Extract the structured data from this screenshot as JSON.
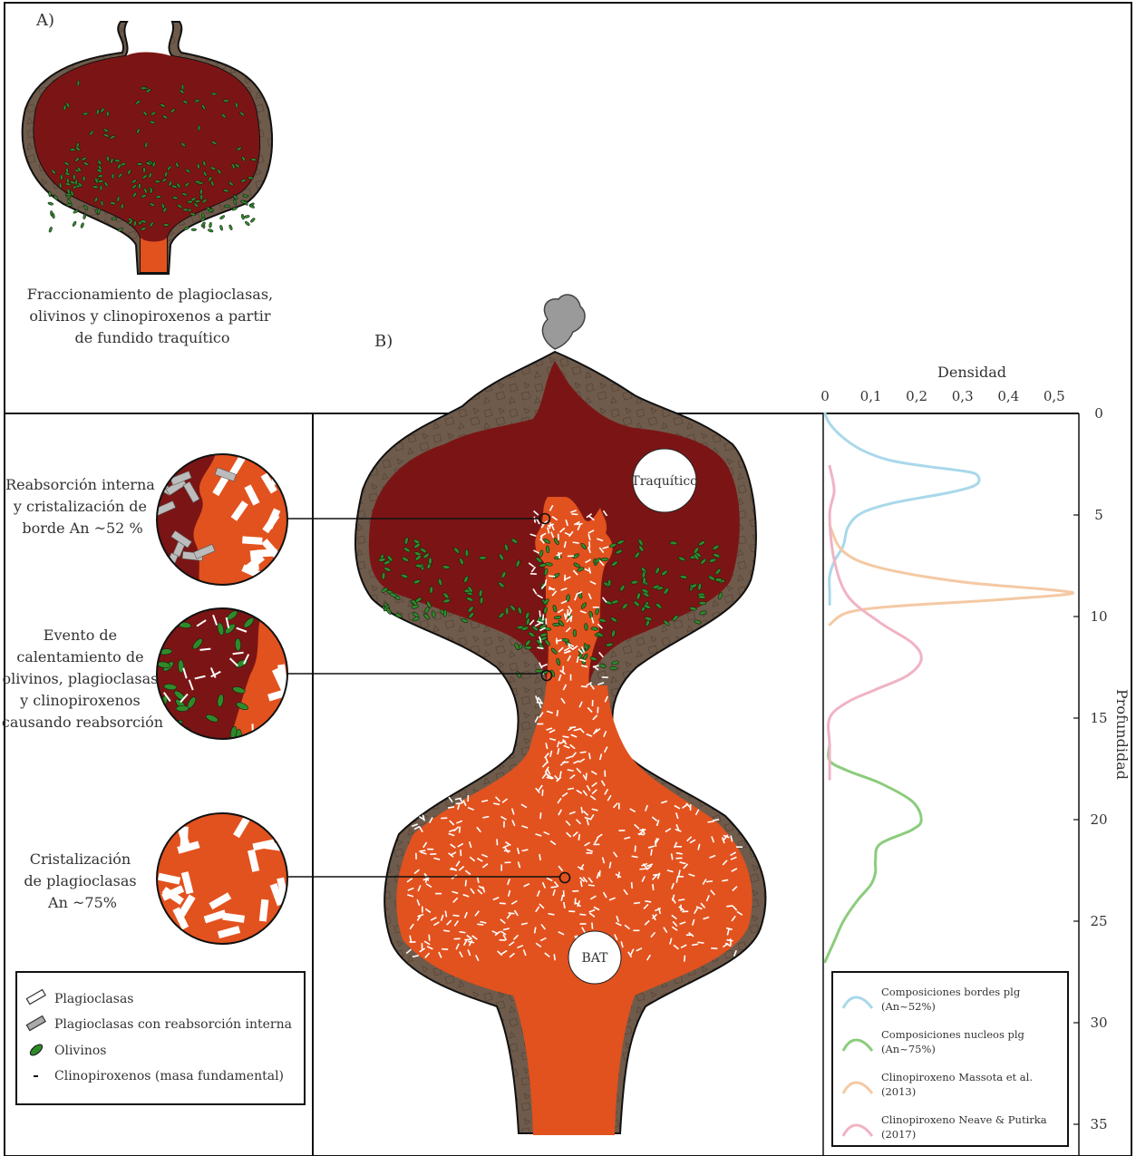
{
  "panel_a": {
    "label": "A)",
    "caption": [
      "Fraccionamiento de plagioclasas,",
      "olivinos y clinopiroxenos a partir",
      "de fundido traquítico"
    ]
  },
  "panel_b": {
    "label": "B)",
    "chamber_upper_label": "Traquítico",
    "chamber_lower_label": "BAT"
  },
  "insets": [
    {
      "lines": [
        "Reabsorción interna",
        "y cristalización de",
        "borde An ~52 %"
      ]
    },
    {
      "lines": [
        "Evento de",
        "calentamiento de",
        "olivinos, plagioclasas",
        "y clinopiroxenos",
        "causando reabsorción"
      ]
    },
    {
      "lines": [
        "Cristalización",
        "de plagioclasas",
        "An ~75%"
      ]
    }
  ],
  "legend_left": {
    "items": [
      {
        "icon": "plagioclase-icon",
        "label": "Plagioclasas"
      },
      {
        "icon": "resorbed-plagioclase-icon",
        "label": "Plagioclasas con reabsorción interna"
      },
      {
        "icon": "olivine-icon",
        "label": "Olivinos"
      },
      {
        "icon": "clinopyroxene-icon",
        "label": "Clinopiroxenos (masa fundamental)"
      }
    ]
  },
  "colors": {
    "crust": "#6e5a4a",
    "trachytic_melt": "#7b1515",
    "bat_melt": "#e2521e",
    "olivine": "#2f8a2a",
    "plume": "#9a9a9a"
  },
  "chart_data": {
    "type": "line",
    "xlabel": "Densidad",
    "ylabel": "Profundidad",
    "xlim": [
      0,
      0.55
    ],
    "ylim": [
      0,
      36
    ],
    "y_inverted": true,
    "x_ticks": [
      "0",
      "0,1",
      "0,2",
      "0,3",
      "0,4",
      "0,5"
    ],
    "y_ticks": [
      0,
      5,
      10,
      15,
      20,
      25,
      30,
      35
    ],
    "series": [
      {
        "name": "Composiciones bordes plg (An~52%)",
        "color": "#a9d8ea",
        "points": [
          [
            0,
            0
          ],
          [
            0.01,
            0.5
          ],
          [
            0.04,
            1.2
          ],
          [
            0.08,
            1.8
          ],
          [
            0.14,
            2.3
          ],
          [
            0.22,
            2.6
          ],
          [
            0.29,
            2.8
          ],
          [
            0.33,
            3
          ],
          [
            0.33,
            3.5
          ],
          [
            0.27,
            3.9
          ],
          [
            0.15,
            4.4
          ],
          [
            0.08,
            4.9
          ],
          [
            0.05,
            5.6
          ],
          [
            0.04,
            6.5
          ],
          [
            0.02,
            7.3
          ],
          [
            0.01,
            8
          ],
          [
            0.01,
            8.8
          ],
          [
            0.01,
            9.4
          ]
        ]
      },
      {
        "name": "Composiciones nucleos plg (An~75%)",
        "color": "#8ccc7c",
        "points": [
          [
            0.01,
            16.3
          ],
          [
            0.01,
            17.1
          ],
          [
            0.05,
            17.6
          ],
          [
            0.12,
            18.2
          ],
          [
            0.19,
            19.1
          ],
          [
            0.21,
            20
          ],
          [
            0.19,
            20.5
          ],
          [
            0.12,
            21.2
          ],
          [
            0.11,
            22
          ],
          [
            0.11,
            22.6
          ],
          [
            0.1,
            23.2
          ],
          [
            0.07,
            24
          ],
          [
            0.04,
            25
          ],
          [
            0.02,
            26
          ],
          [
            0,
            27
          ]
        ]
      },
      {
        "name": "Clinopiroxeno Massota et al. (2013)",
        "color": "#f4c9a4",
        "points": [
          [
            0.01,
            5.5
          ],
          [
            0.04,
            6.8
          ],
          [
            0.12,
            7.6
          ],
          [
            0.3,
            8.3
          ],
          [
            0.5,
            8.7
          ],
          [
            0.53,
            8.9
          ],
          [
            0.36,
            9.2
          ],
          [
            0.15,
            9.5
          ],
          [
            0.05,
            9.8
          ],
          [
            0.01,
            10.4
          ]
        ]
      },
      {
        "name": "Clinopiroxeno Neave & Putirka (2017)",
        "color": "#f0b3c4",
        "points": [
          [
            0.01,
            2.6
          ],
          [
            0.02,
            3.8
          ],
          [
            0.01,
            5
          ],
          [
            0.02,
            7.2
          ],
          [
            0.05,
            9
          ],
          [
            0.12,
            10.3
          ],
          [
            0.19,
            11.3
          ],
          [
            0.21,
            12.1
          ],
          [
            0.18,
            12.9
          ],
          [
            0.11,
            13.6
          ],
          [
            0.05,
            14.2
          ],
          [
            0.01,
            15
          ],
          [
            0.01,
            16.4
          ],
          [
            0.01,
            18
          ]
        ]
      }
    ],
    "legend": [
      {
        "lines": [
          "Composiciones bordes plg",
          "(An~52%)"
        ]
      },
      {
        "lines": [
          "Composiciones nucleos plg",
          "(An~75%)"
        ]
      },
      {
        "lines": [
          "Clinopiroxeno Massota et al.",
          "(2013)"
        ]
      },
      {
        "lines": [
          "Clinopiroxeno Neave & Putirka",
          "(2017)"
        ]
      }
    ],
    "legend_position": "bottom-right",
    "grid": false
  }
}
